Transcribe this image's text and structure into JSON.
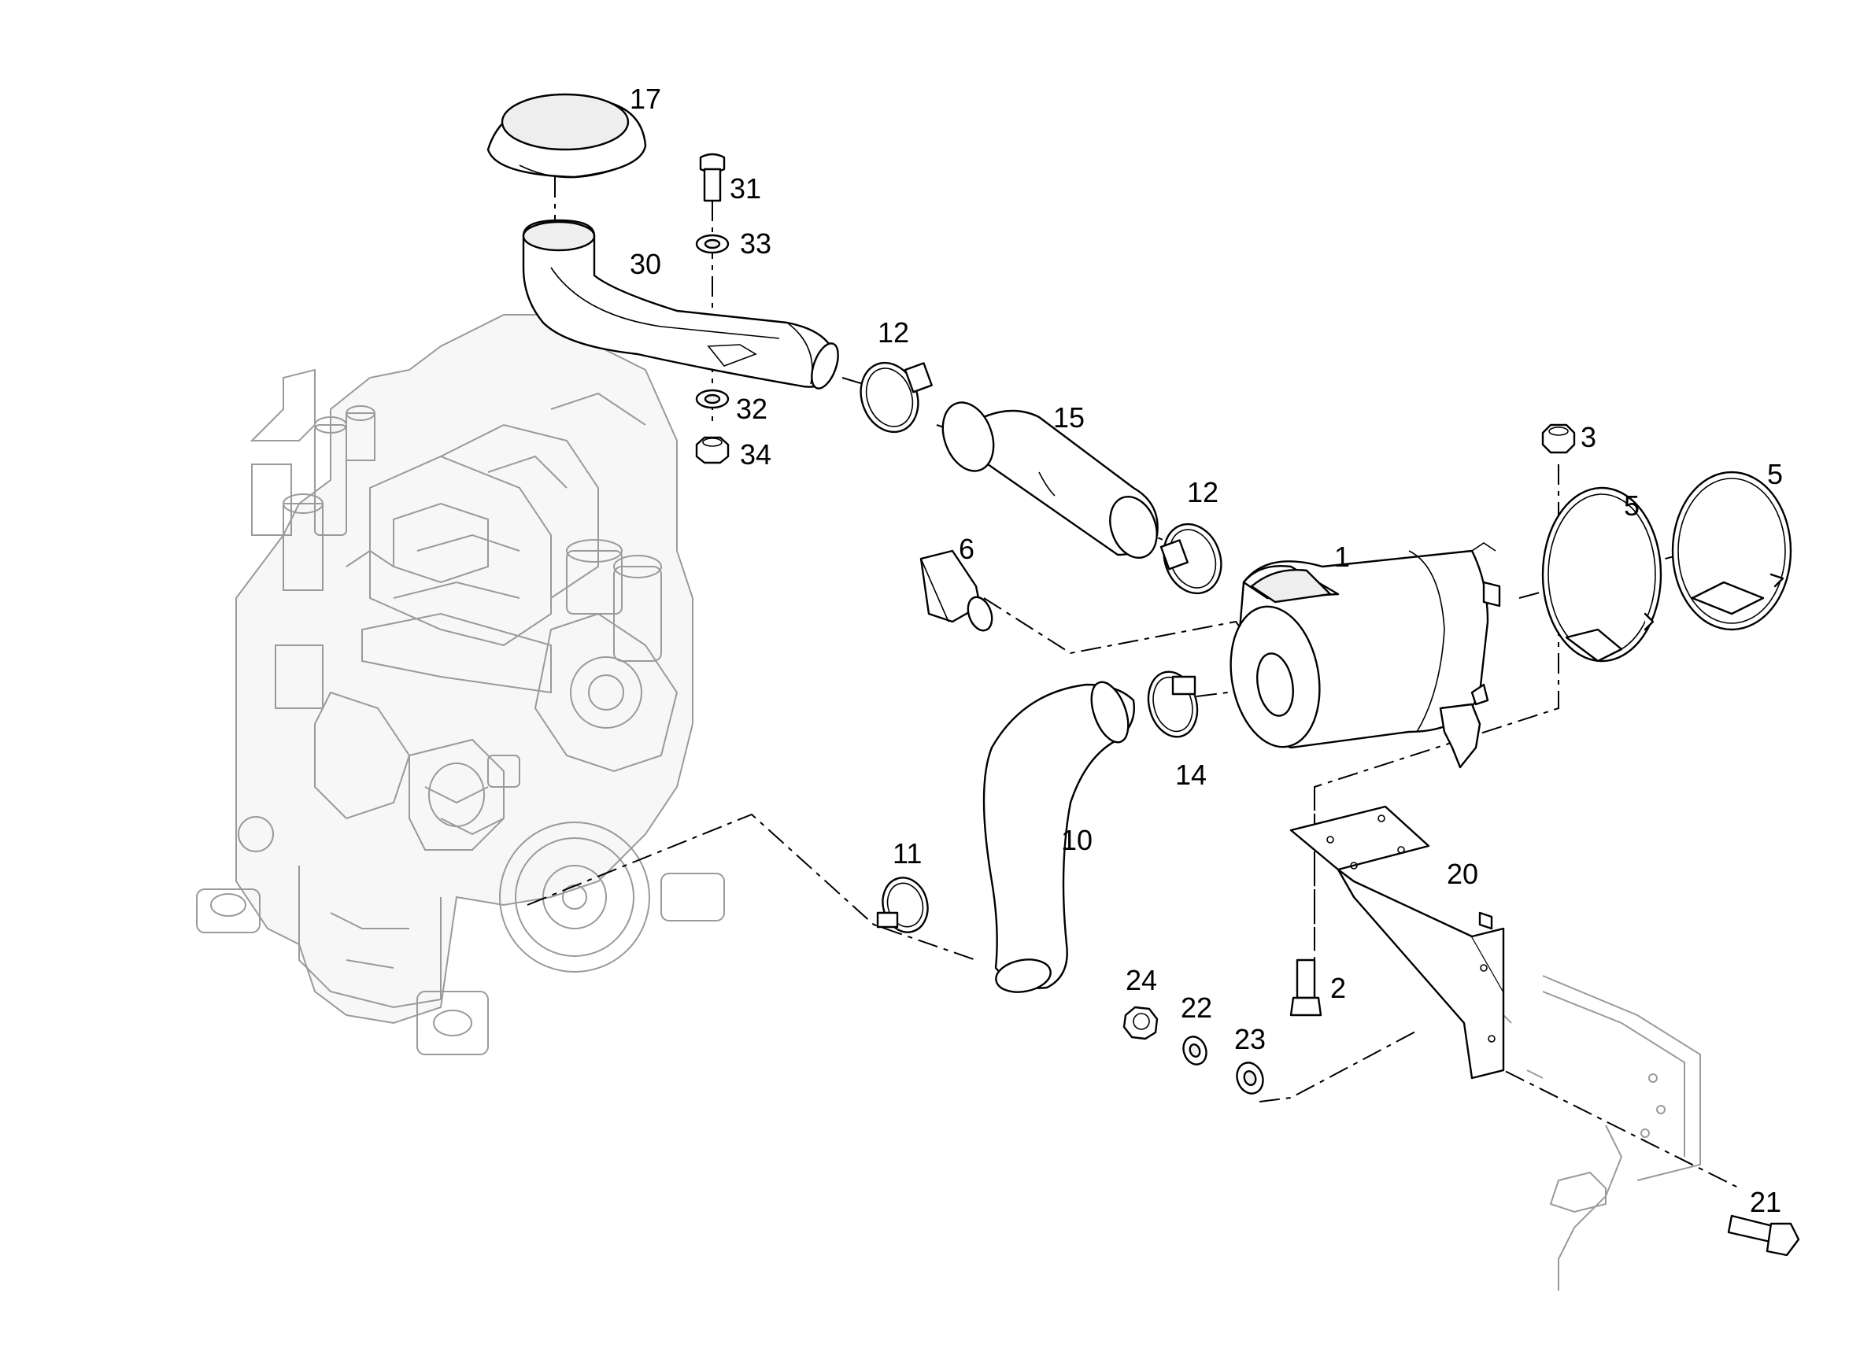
{
  "diagram": {
    "callouts": {
      "c1": "1",
      "c2": "2",
      "c3": "3",
      "c5a": "5",
      "c5b": "5",
      "c6": "6",
      "c10": "10",
      "c11": "11",
      "c12a": "12",
      "c12b": "12",
      "c14": "14",
      "c15": "15",
      "c17": "17",
      "c20": "20",
      "c21": "21",
      "c22": "22",
      "c23": "23",
      "c24": "24",
      "c30": "30",
      "c31": "31",
      "c32": "32",
      "c33": "33",
      "c34": "34"
    },
    "colors": {
      "line": "#000000",
      "background_drawing": "#9a9a9a",
      "paper": "#ffffff"
    }
  }
}
